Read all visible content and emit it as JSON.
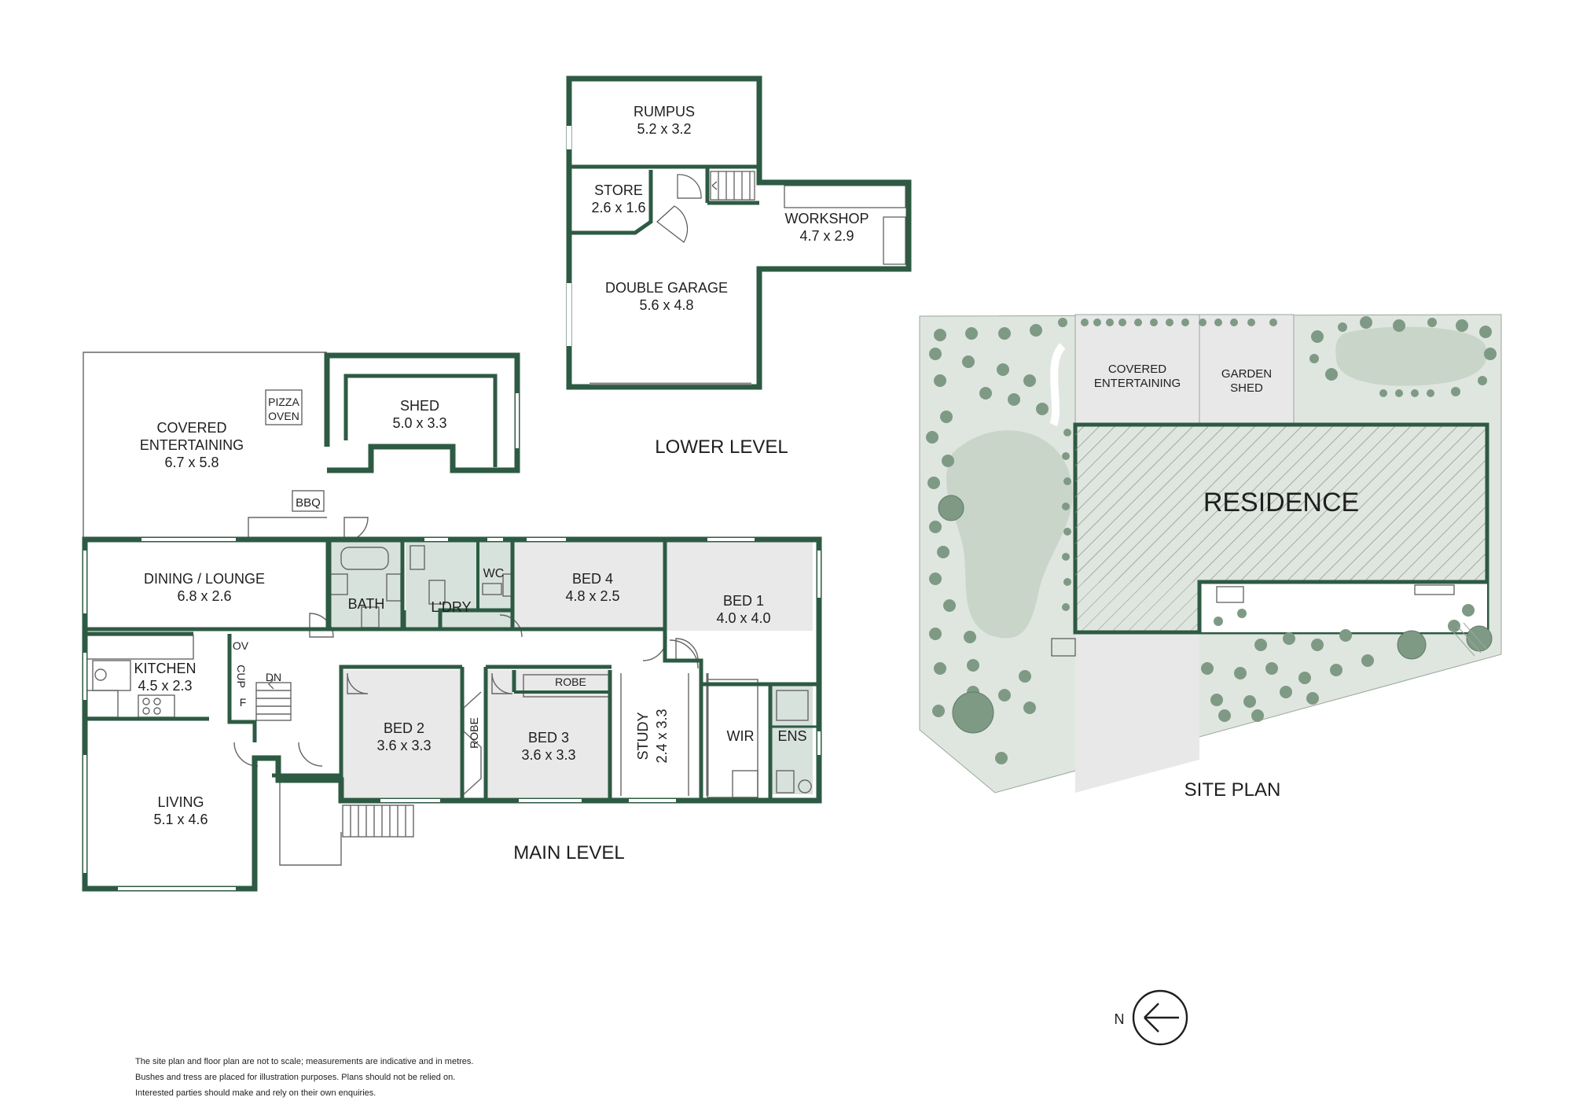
{
  "colors": {
    "wall": "#2d5a43",
    "wet_area": "#d8e2dc",
    "room_fill": "#e9e9e9",
    "garden": "#dfe6df",
    "lawn": "#c9d5c8",
    "tree": "#7e9a85",
    "site_structure": "#e8e8e8",
    "hatch": "#9a9a9a"
  },
  "headings": {
    "lower_level": "LOWER LEVEL",
    "main_level": "MAIN LEVEL",
    "site_plan": "SITE PLAN"
  },
  "lower_level": {
    "rumpus": {
      "name": "RUMPUS",
      "size": "5.2 x 3.2"
    },
    "store": {
      "name": "STORE",
      "size": "2.6 x 1.6"
    },
    "workshop": {
      "name": "WORKSHOP",
      "size": "4.7 x 2.9"
    },
    "double_garage": {
      "name": "DOUBLE GARAGE",
      "size": "5.6 x 4.8"
    }
  },
  "main_level": {
    "covered_entertaining": {
      "line1": "COVERED",
      "line2": "ENTERTAINING",
      "size": "6.7 x 5.8"
    },
    "pizza_oven": {
      "line1": "PIZZA",
      "line2": "OVEN"
    },
    "shed": {
      "name": "SHED",
      "size": "5.0 x 3.3"
    },
    "bbq": "BBQ",
    "dining_lounge": {
      "name": "DINING / LOUNGE",
      "size": "6.8 x 2.6"
    },
    "bath": "BATH",
    "laundry": "L'DRY",
    "wc": "WC",
    "bed4": {
      "name": "BED 4",
      "size": "4.8 x 2.5"
    },
    "bed1": {
      "name": "BED 1",
      "size": "4.0 x 4.0"
    },
    "kitchen": {
      "name": "KITCHEN",
      "size": "4.5 x 2.3"
    },
    "ov": "OV",
    "cup": "CUP",
    "f": "F",
    "dn": "DN",
    "bed2": {
      "name": "BED 2",
      "size": "3.6 x 3.3"
    },
    "robe_vertical": "ROBE",
    "bed3": {
      "name": "BED 3",
      "size": "3.6 x 3.3"
    },
    "robe": "ROBE",
    "study": {
      "name": "STUDY",
      "size": "2.4 x 3.3"
    },
    "wir": "WIR",
    "ens": "ENS",
    "living": {
      "name": "LIVING",
      "size": "5.1 x 4.6"
    }
  },
  "site_plan": {
    "residence": "RESIDENCE",
    "covered_entertaining": {
      "line1": "COVERED",
      "line2": "ENTERTAINING"
    },
    "garden_shed": {
      "line1": "GARDEN",
      "line2": "SHED"
    }
  },
  "compass": {
    "label": "N"
  },
  "disclaimer": [
    "The site plan and floor plan are not to scale; measurements are indicative and in metres.",
    "Bushes and tress are placed for illustration purposes. Plans should not be relied on.",
    "Interested parties should make and rely on their own enquiries."
  ]
}
